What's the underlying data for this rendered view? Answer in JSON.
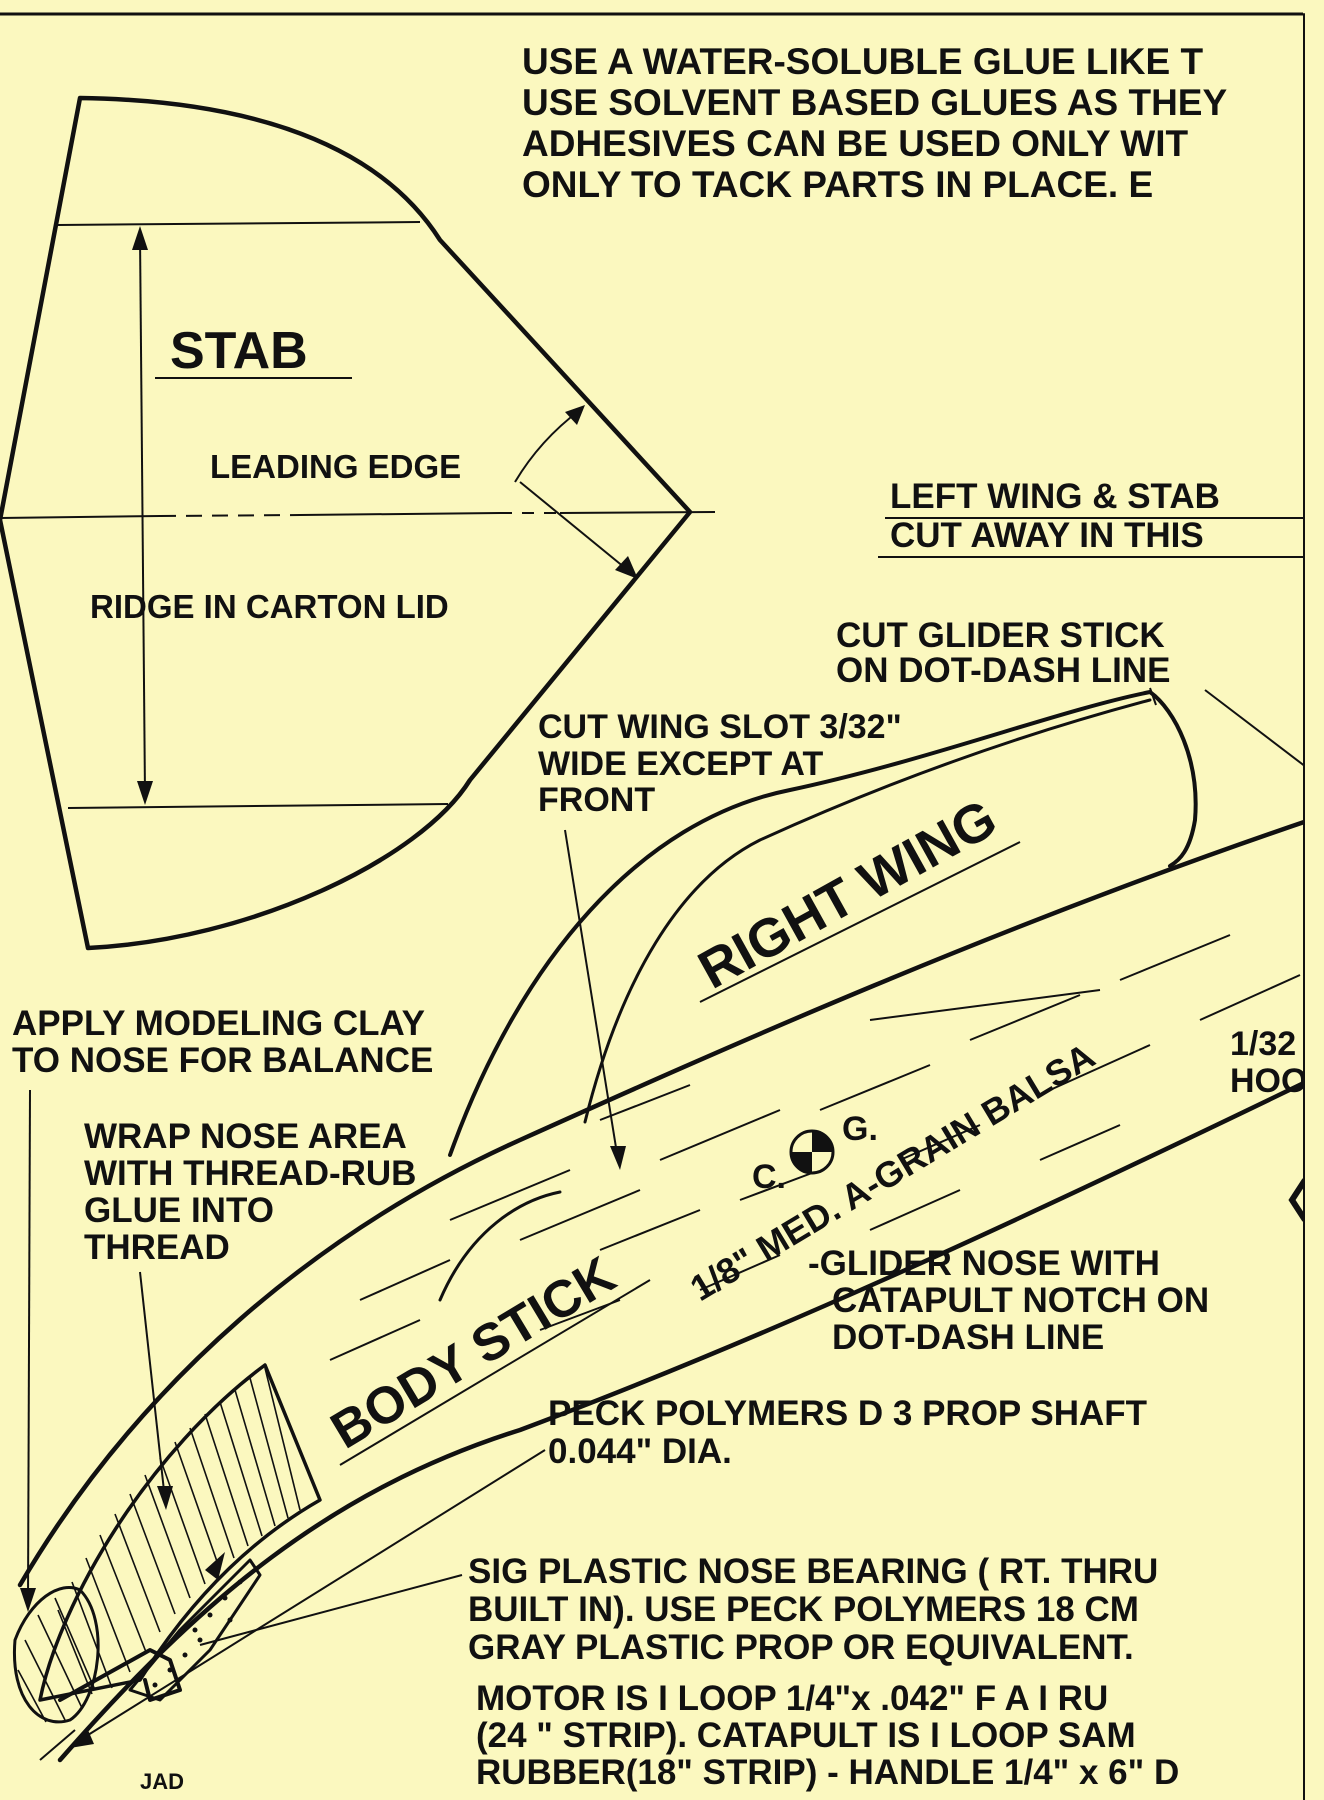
{
  "header_note": {
    "lines": [
      "USE A WATER-SOLUBLE GLUE LIKE T",
      "USE SOLVENT BASED GLUES AS THEY",
      "ADHESIVES CAN BE USED ONLY WIT",
      "ONLY TO TACK  PARTS IN PLACE.  E"
    ]
  },
  "stab": {
    "title": "STAB",
    "leading_edge": "LEADING EDGE",
    "ridge": "RIDGE IN CARTON LID"
  },
  "left_wing_note": [
    "LEFT WING & STAB",
    "CUT AWAY IN THIS"
  ],
  "glider_stick_note": [
    "CUT GLIDER STICK",
    "ON DOT-DASH  LINE"
  ],
  "wing_slot_note": [
    "CUT WING SLOT 3/32\"",
    "WIDE EXCEPT AT",
    "FRONT"
  ],
  "right_wing": "RIGHT WING",
  "body_stick": {
    "name": "BODY STICK",
    "spec": "1/8\" MED. A-GRAIN BALSA",
    "cg_label_left": "C.",
    "cg_label_right": "G."
  },
  "hook_note": [
    "1/32",
    "HOO"
  ],
  "clay_note": [
    "APPLY MODELING CLAY",
    "TO NOSE FOR BALANCE"
  ],
  "wrap_note": [
    "WRAP NOSE AREA",
    "WITH THREAD-RUB",
    "GLUE INTO",
    "THREAD"
  ],
  "glider_nose_note": [
    "-GLIDER NOSE  WITH",
    "CATAPULT NOTCH ON",
    "DOT-DASH LINE"
  ],
  "prop_shaft_note": [
    "PECK  POLYMERS  D 3  PROP SHAFT",
    "0.044\"  DIA."
  ],
  "bearing_note": [
    "SIG PLASTIC  NOSE  BEARING ( RT. THRU",
    "BUILT IN).  USE  PECK POLYMERS  18 CM",
    "GRAY PLASTIC  PROP  OR EQUIVALENT."
  ],
  "motor_note": [
    "MOTOR IS  I  LOOP  1/4\"x .042\"   F A I RU",
    "(24 \" STRIP).  CATAPULT  IS  I LOOP  SAM",
    "RUBBER(18\" STRIP) - HANDLE  1/4\" x 6\" D"
  ],
  "signature": "JAD",
  "colors": {
    "paper": "#fbf8bf",
    "ink": "#111111"
  }
}
